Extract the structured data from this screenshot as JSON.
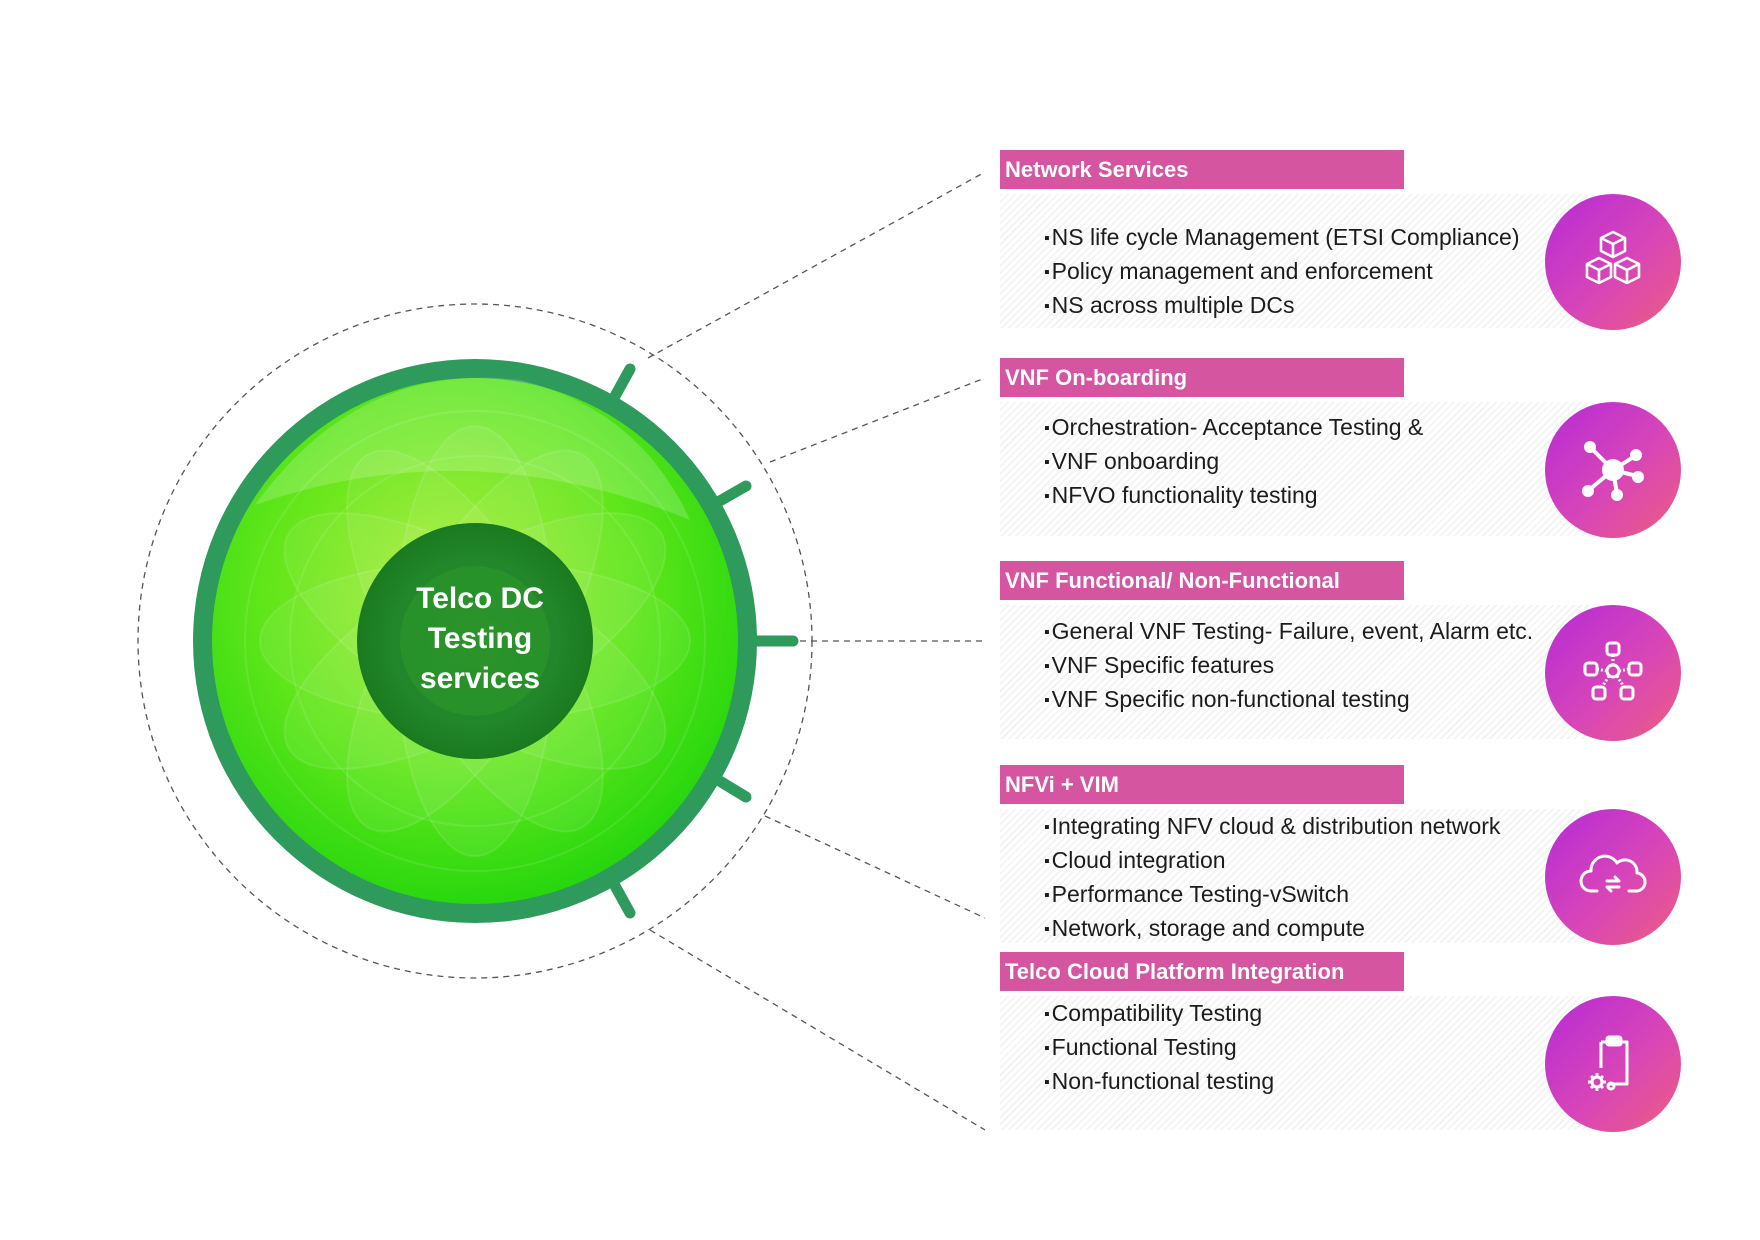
{
  "center": {
    "title_lines": [
      "Telco DC",
      "Testing",
      "services"
    ]
  },
  "colors": {
    "header_pink": "#d555a0",
    "ring_dark_green": "#2e9a5c",
    "bright_green": "#3be010",
    "core_dark_green": "#1a7a1f",
    "icon_gradient_start": "#b52bd6",
    "icon_gradient_end": "#ec5e80"
  },
  "sections": [
    {
      "title": "Network Services",
      "icon": "cubes-icon",
      "items": [
        "NS life cycle Management (ETSI Compliance)",
        "Policy management and enforcement",
        "NS across multiple DCs"
      ]
    },
    {
      "title": "VNF On-boarding",
      "icon": "hub-network-icon",
      "items": [
        "Orchestration- Acceptance Testing &",
        "VNF onboarding",
        "NFVO functionality testing"
      ]
    },
    {
      "title": "VNF Functional/ Non-Functional",
      "icon": "node-cluster-icon",
      "items": [
        "General VNF Testing- Failure, event, Alarm etc.",
        "VNF Specific features",
        "VNF Specific non-functional testing"
      ]
    },
    {
      "title": "NFVi + VIM",
      "icon": "cloud-transfer-icon",
      "items": [
        "Integrating NFV cloud & distribution network",
        "Cloud integration",
        "Performance Testing-vSwitch",
        "Network, storage and compute"
      ]
    },
    {
      "title": "Telco Cloud Platform Integration",
      "icon": "clipboard-gear-icon",
      "items": [
        "Compatibility Testing",
        "Functional Testing",
        "Non-functional testing"
      ]
    }
  ]
}
